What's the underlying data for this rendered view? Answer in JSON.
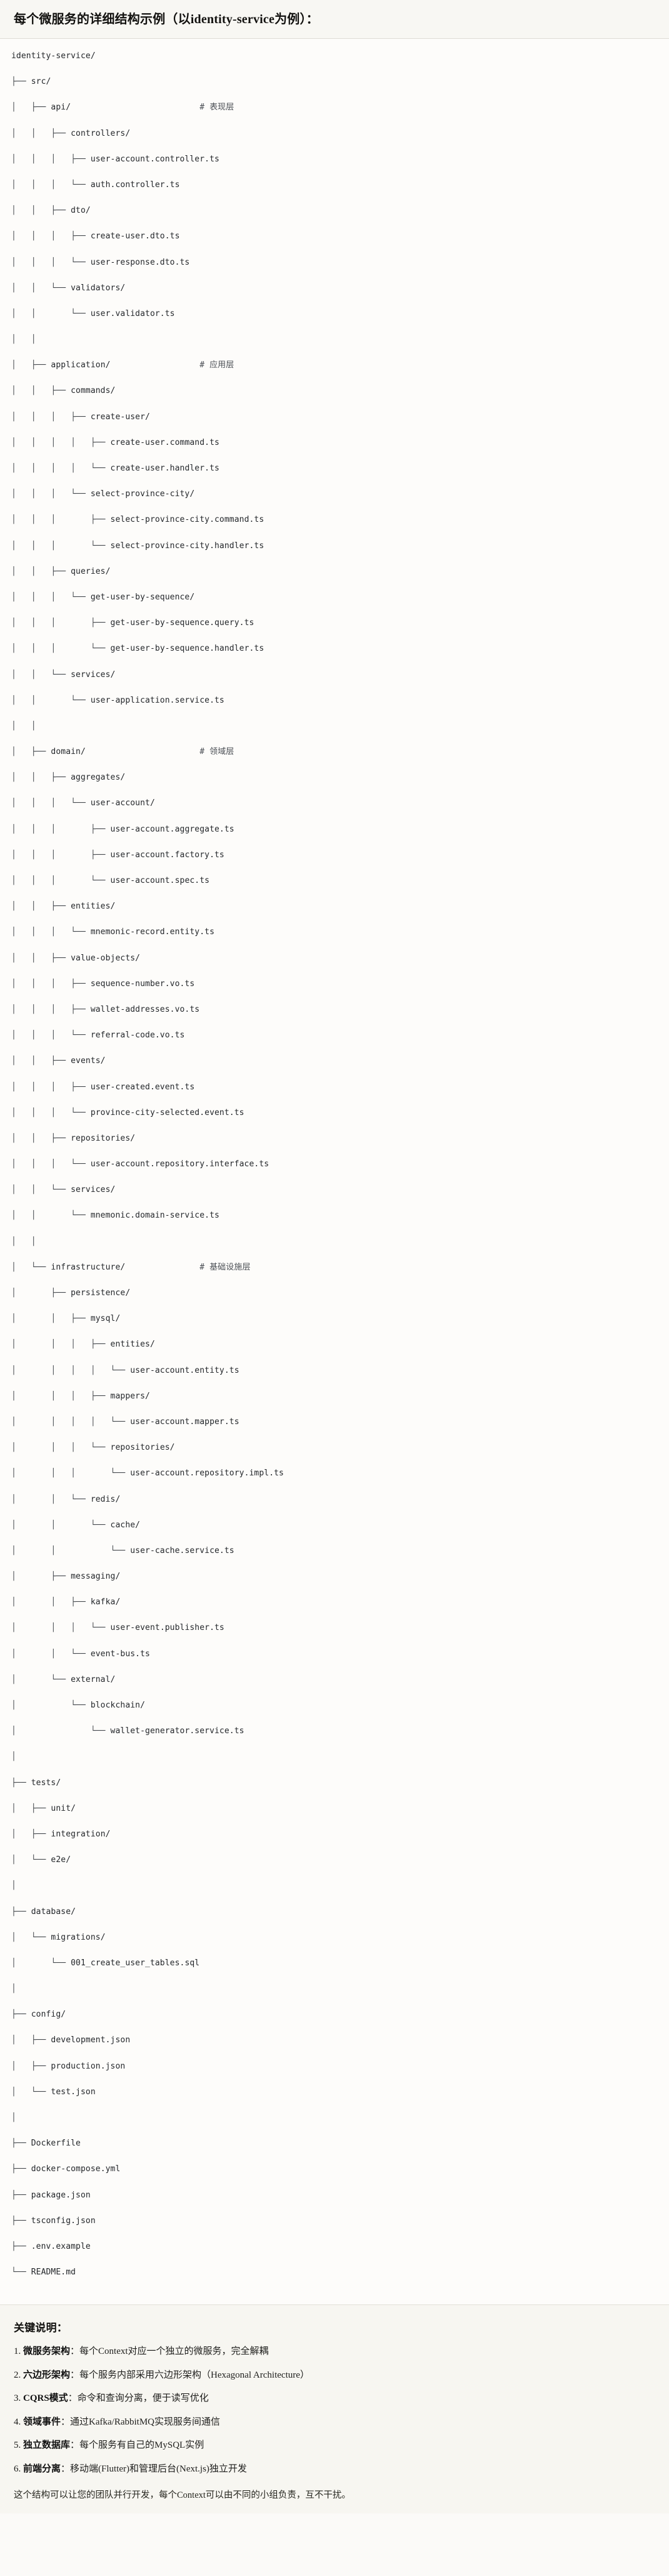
{
  "header": {
    "title": "每个微服务的详细结构示例（以identity-service为例）："
  },
  "tree": {
    "root": "identity-service/",
    "lines": [
      {
        "branch": "",
        "name": "identity-service/",
        "comment": ""
      },
      {
        "branch": "├── ",
        "name": "src/",
        "comment": ""
      },
      {
        "branch": "│   ├── ",
        "name": "api/",
        "comment": "# 表现层"
      },
      {
        "branch": "│   │   ├── ",
        "name": "controllers/",
        "comment": ""
      },
      {
        "branch": "│   │   │   ├── ",
        "name": "user-account.controller.ts",
        "comment": ""
      },
      {
        "branch": "│   │   │   └── ",
        "name": "auth.controller.ts",
        "comment": ""
      },
      {
        "branch": "│   │   ├── ",
        "name": "dto/",
        "comment": ""
      },
      {
        "branch": "│   │   │   ├── ",
        "name": "create-user.dto.ts",
        "comment": ""
      },
      {
        "branch": "│   │   │   └── ",
        "name": "user-response.dto.ts",
        "comment": ""
      },
      {
        "branch": "│   │   └── ",
        "name": "validators/",
        "comment": ""
      },
      {
        "branch": "│   │       └── ",
        "name": "user.validator.ts",
        "comment": ""
      },
      {
        "branch": "│   │",
        "name": "",
        "comment": ""
      },
      {
        "branch": "│   ├── ",
        "name": "application/",
        "comment": "# 应用层"
      },
      {
        "branch": "│   │   ├── ",
        "name": "commands/",
        "comment": ""
      },
      {
        "branch": "│   │   │   ├── ",
        "name": "create-user/",
        "comment": ""
      },
      {
        "branch": "│   │   │   │   ├── ",
        "name": "create-user.command.ts",
        "comment": ""
      },
      {
        "branch": "│   │   │   │   └── ",
        "name": "create-user.handler.ts",
        "comment": ""
      },
      {
        "branch": "│   │   │   └── ",
        "name": "select-province-city/",
        "comment": ""
      },
      {
        "branch": "│   │   │       ├── ",
        "name": "select-province-city.command.ts",
        "comment": ""
      },
      {
        "branch": "│   │   │       └── ",
        "name": "select-province-city.handler.ts",
        "comment": ""
      },
      {
        "branch": "│   │   ├── ",
        "name": "queries/",
        "comment": ""
      },
      {
        "branch": "│   │   │   └── ",
        "name": "get-user-by-sequence/",
        "comment": ""
      },
      {
        "branch": "│   │   │       ├── ",
        "name": "get-user-by-sequence.query.ts",
        "comment": ""
      },
      {
        "branch": "│   │   │       └── ",
        "name": "get-user-by-sequence.handler.ts",
        "comment": ""
      },
      {
        "branch": "│   │   └── ",
        "name": "services/",
        "comment": ""
      },
      {
        "branch": "│   │       └── ",
        "name": "user-application.service.ts",
        "comment": ""
      },
      {
        "branch": "│   │",
        "name": "",
        "comment": ""
      },
      {
        "branch": "│   ├── ",
        "name": "domain/",
        "comment": "# 领域层"
      },
      {
        "branch": "│   │   ├── ",
        "name": "aggregates/",
        "comment": ""
      },
      {
        "branch": "│   │   │   └── ",
        "name": "user-account/",
        "comment": ""
      },
      {
        "branch": "│   │   │       ├── ",
        "name": "user-account.aggregate.ts",
        "comment": ""
      },
      {
        "branch": "│   │   │       ├── ",
        "name": "user-account.factory.ts",
        "comment": ""
      },
      {
        "branch": "│   │   │       └── ",
        "name": "user-account.spec.ts",
        "comment": ""
      },
      {
        "branch": "│   │   ├── ",
        "name": "entities/",
        "comment": ""
      },
      {
        "branch": "│   │   │   └── ",
        "name": "mnemonic-record.entity.ts",
        "comment": ""
      },
      {
        "branch": "│   │   ├── ",
        "name": "value-objects/",
        "comment": ""
      },
      {
        "branch": "│   │   │   ├── ",
        "name": "sequence-number.vo.ts",
        "comment": ""
      },
      {
        "branch": "│   │   │   ├── ",
        "name": "wallet-addresses.vo.ts",
        "comment": ""
      },
      {
        "branch": "│   │   │   └── ",
        "name": "referral-code.vo.ts",
        "comment": ""
      },
      {
        "branch": "│   │   ├── ",
        "name": "events/",
        "comment": ""
      },
      {
        "branch": "│   │   │   ├── ",
        "name": "user-created.event.ts",
        "comment": ""
      },
      {
        "branch": "│   │   │   └── ",
        "name": "province-city-selected.event.ts",
        "comment": ""
      },
      {
        "branch": "│   │   ├── ",
        "name": "repositories/",
        "comment": ""
      },
      {
        "branch": "│   │   │   └── ",
        "name": "user-account.repository.interface.ts",
        "comment": ""
      },
      {
        "branch": "│   │   └── ",
        "name": "services/",
        "comment": ""
      },
      {
        "branch": "│   │       └── ",
        "name": "mnemonic.domain-service.ts",
        "comment": ""
      },
      {
        "branch": "│   │",
        "name": "",
        "comment": ""
      },
      {
        "branch": "│   └── ",
        "name": "infrastructure/",
        "comment": "# 基础设施层"
      },
      {
        "branch": "│       ├── ",
        "name": "persistence/",
        "comment": ""
      },
      {
        "branch": "│       │   ├── ",
        "name": "mysql/",
        "comment": ""
      },
      {
        "branch": "│       │   │   ├── ",
        "name": "entities/",
        "comment": ""
      },
      {
        "branch": "│       │   │   │   └── ",
        "name": "user-account.entity.ts",
        "comment": ""
      },
      {
        "branch": "│       │   │   ├── ",
        "name": "mappers/",
        "comment": ""
      },
      {
        "branch": "│       │   │   │   └── ",
        "name": "user-account.mapper.ts",
        "comment": ""
      },
      {
        "branch": "│       │   │   └── ",
        "name": "repositories/",
        "comment": ""
      },
      {
        "branch": "│       │   │       └── ",
        "name": "user-account.repository.impl.ts",
        "comment": ""
      },
      {
        "branch": "│       │   └── ",
        "name": "redis/",
        "comment": ""
      },
      {
        "branch": "│       │       └── ",
        "name": "cache/",
        "comment": ""
      },
      {
        "branch": "│       │           └── ",
        "name": "user-cache.service.ts",
        "comment": ""
      },
      {
        "branch": "│       ├── ",
        "name": "messaging/",
        "comment": ""
      },
      {
        "branch": "│       │   ├── ",
        "name": "kafka/",
        "comment": ""
      },
      {
        "branch": "│       │   │   └── ",
        "name": "user-event.publisher.ts",
        "comment": ""
      },
      {
        "branch": "│       │   └── ",
        "name": "event-bus.ts",
        "comment": ""
      },
      {
        "branch": "│       └── ",
        "name": "external/",
        "comment": ""
      },
      {
        "branch": "│           └── ",
        "name": "blockchain/",
        "comment": ""
      },
      {
        "branch": "│               └── ",
        "name": "wallet-generator.service.ts",
        "comment": ""
      },
      {
        "branch": "│",
        "name": "",
        "comment": ""
      },
      {
        "branch": "├── ",
        "name": "tests/",
        "comment": ""
      },
      {
        "branch": "│   ├── ",
        "name": "unit/",
        "comment": ""
      },
      {
        "branch": "│   ├── ",
        "name": "integration/",
        "comment": ""
      },
      {
        "branch": "│   └── ",
        "name": "e2e/",
        "comment": ""
      },
      {
        "branch": "│",
        "name": "",
        "comment": ""
      },
      {
        "branch": "├── ",
        "name": "database/",
        "comment": ""
      },
      {
        "branch": "│   └── ",
        "name": "migrations/",
        "comment": ""
      },
      {
        "branch": "│       └── ",
        "name": "001_create_user_tables.sql",
        "comment": ""
      },
      {
        "branch": "│",
        "name": "",
        "comment": ""
      },
      {
        "branch": "├── ",
        "name": "config/",
        "comment": ""
      },
      {
        "branch": "│   ├── ",
        "name": "development.json",
        "comment": ""
      },
      {
        "branch": "│   ├── ",
        "name": "production.json",
        "comment": ""
      },
      {
        "branch": "│   └── ",
        "name": "test.json",
        "comment": ""
      },
      {
        "branch": "│",
        "name": "",
        "comment": ""
      },
      {
        "branch": "├── ",
        "name": "Dockerfile",
        "comment": ""
      },
      {
        "branch": "├── ",
        "name": "docker-compose.yml",
        "comment": ""
      },
      {
        "branch": "├── ",
        "name": "package.json",
        "comment": ""
      },
      {
        "branch": "├── ",
        "name": "tsconfig.json",
        "comment": ""
      },
      {
        "branch": "├── ",
        "name": ".env.example",
        "comment": ""
      },
      {
        "branch": "└── ",
        "name": "README.md",
        "comment": ""
      }
    ],
    "comment_column": 38
  },
  "notes": {
    "title": "关键说明：",
    "items": [
      {
        "index": "1.",
        "term": "微服务架构",
        "sep": "：",
        "desc": "每个Context对应一个独立的微服务，完全解耦"
      },
      {
        "index": "2.",
        "term": "六边形架构",
        "sep": "：",
        "desc": "每个服务内部采用六边形架构（Hexagonal Architecture）"
      },
      {
        "index": "3.",
        "term": "CQRS模式",
        "sep": "：",
        "desc": "命令和查询分离，便于读写优化"
      },
      {
        "index": "4.",
        "term": "领域事件",
        "sep": "：",
        "desc": "通过Kafka/RabbitMQ实现服务间通信"
      },
      {
        "index": "5.",
        "term": "独立数据库",
        "sep": "：",
        "desc": "每个服务有自己的MySQL实例"
      },
      {
        "index": "6.",
        "term": "前端分离",
        "sep": "：",
        "desc": "移动端(Flutter)和管理后台(Next.js)独立开发"
      }
    ],
    "footer": "这个结构可以让您的团队并行开发，每个Context可以由不同的小组负责，互不干扰。"
  },
  "colors": {
    "page_bg": "#fbfaf8",
    "header_bg": "#f8f7f3",
    "tree_bg": "#fdfcfa",
    "notes_bg": "#f7f6f1",
    "text": "#1c1c1b",
    "mono_text": "#2c2f33",
    "divider": "#dedcd5"
  }
}
